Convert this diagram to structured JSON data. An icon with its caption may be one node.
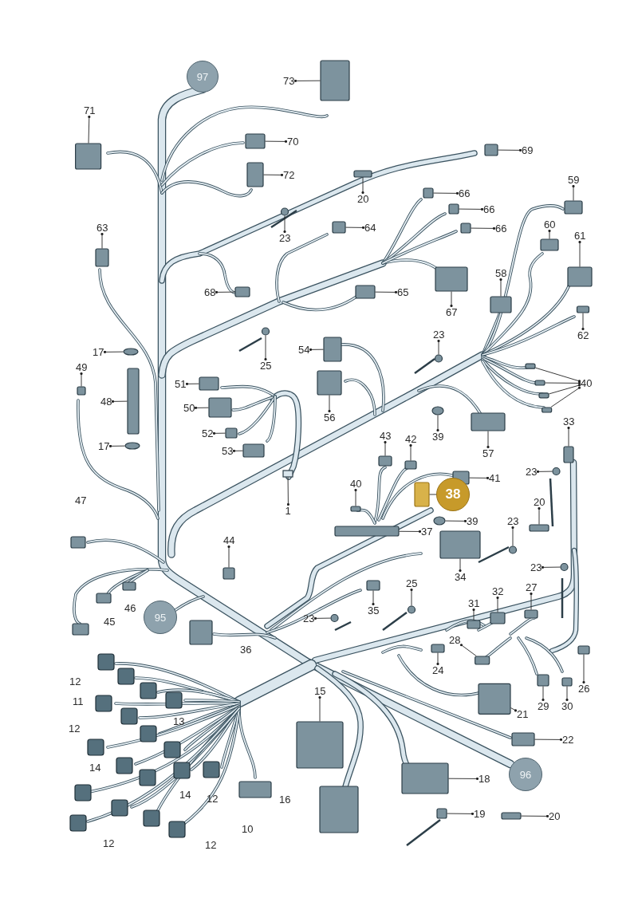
{
  "diagram": {
    "nodes": [
      {
        "text": [
          "97"
        ]
      },
      {
        "text": [
          "73"
        ]
      },
      {
        "text": [
          "71"
        ]
      },
      {
        "text": [
          "70"
        ]
      },
      {
        "text": [
          "69"
        ]
      },
      {
        "text": [
          "72"
        ]
      },
      {
        "text": [
          "59"
        ]
      },
      {
        "text": [
          "66"
        ]
      },
      {
        "text": [
          "20"
        ]
      },
      {
        "text": [
          "66"
        ]
      },
      {
        "text": [
          "60"
        ]
      },
      {
        "text": [
          "63"
        ]
      },
      {
        "text": [
          "64"
        ]
      },
      {
        "text": [
          "66"
        ]
      },
      {
        "text": [
          "61"
        ]
      },
      {
        "text": [
          "23"
        ]
      },
      {
        "text": [
          "58"
        ]
      },
      {
        "text": [
          "68"
        ]
      },
      {
        "text": [
          "65"
        ]
      },
      {
        "text": [
          "67"
        ]
      },
      {
        "text": [
          "62"
        ]
      },
      {
        "text": [
          "23"
        ]
      },
      {
        "text": [
          "54"
        ]
      },
      {
        "text": [
          "17"
        ]
      },
      {
        "text": [
          "25"
        ]
      },
      {
        "text": [
          "49"
        ]
      },
      {
        "text": [
          "40"
        ]
      },
      {
        "text": [
          "51"
        ]
      },
      {
        "text": [
          "48"
        ]
      },
      {
        "text": [
          "50"
        ]
      },
      {
        "text": [
          "56"
        ]
      },
      {
        "text": [
          "33"
        ]
      },
      {
        "text": [
          "52"
        ]
      },
      {
        "text": [
          "43"
        ]
      },
      {
        "text": [
          "39"
        ]
      },
      {
        "text": [
          "42"
        ]
      },
      {
        "text": [
          "17"
        ]
      },
      {
        "text": [
          "53"
        ]
      },
      {
        "text": [
          "57"
        ]
      },
      {
        "text": [
          "23"
        ]
      },
      {
        "text": [
          "41"
        ]
      },
      {
        "text": [
          "40"
        ]
      },
      {
        "text": [
          "38"
        ]
      },
      {
        "text": [
          "20"
        ]
      },
      {
        "text": [
          "1"
        ]
      },
      {
        "text": [
          "39"
        ]
      },
      {
        "text": [
          "23"
        ]
      },
      {
        "text": [
          "37"
        ]
      },
      {
        "text": [
          "44"
        ]
      },
      {
        "text": [
          "23"
        ]
      },
      {
        "text": [
          "34"
        ]
      },
      {
        "text": [
          "25"
        ]
      },
      {
        "text": [
          "27"
        ]
      },
      {
        "text": [
          "32"
        ]
      },
      {
        "text": [
          "31"
        ]
      },
      {
        "text": [
          "35"
        ]
      },
      {
        "text": [
          "95"
        ]
      },
      {
        "text": [
          "23"
        ]
      },
      {
        "text": [
          "28"
        ]
      },
      {
        "text": [
          "24"
        ]
      },
      {
        "text": [
          "26"
        ]
      },
      {
        "text": [
          "15"
        ]
      },
      {
        "text": [
          "29"
        ]
      },
      {
        "text": [
          "30"
        ]
      },
      {
        "text": [
          "21"
        ]
      },
      {
        "text": [
          "22"
        ]
      },
      {
        "text": [
          "96"
        ]
      },
      {
        "text": [
          "18"
        ]
      },
      {
        "text": [
          "19"
        ]
      },
      {
        "text": [
          "20"
        ]
      },
      {
        "text": [],
        "shape": "box"
      },
      {
        "text": [],
        "shape": "box"
      },
      {
        "text": [],
        "shape": "box"
      },
      {
        "text": [],
        "shape": "box"
      },
      {
        "text": [],
        "shape": "box"
      },
      {
        "text": [],
        "shape": "box"
      },
      {
        "text": [],
        "shape": "box"
      },
      {
        "text": [],
        "shape": "box"
      },
      {
        "text": [],
        "shape": "box"
      },
      {
        "text": [],
        "shape": "box"
      },
      {
        "text": [],
        "shape": "box"
      },
      {
        "text": [],
        "shape": "box"
      },
      {
        "text": [],
        "shape": "box"
      },
      {
        "text": [],
        "shape": "box"
      },
      {
        "text": [],
        "shape": "circle"
      },
      {
        "text": [],
        "shape": "box"
      },
      {
        "text": [],
        "shape": "box"
      },
      {
        "text": [],
        "shape": "box"
      },
      {
        "text": [],
        "shape": "box"
      },
      {
        "text": [],
        "shape": "box"
      },
      {
        "text": [],
        "shape": "circle"
      },
      {
        "text": [],
        "shape": "box"
      },
      {
        "text": [],
        "shape": "circle"
      },
      {
        "text": [],
        "shape": "circle"
      },
      {
        "text": [],
        "shape": "box"
      },
      {
        "text": [],
        "shape": "box"
      },
      {
        "text": [],
        "shape": "box"
      },
      {
        "text": [],
        "shape": "box"
      },
      {
        "text": [],
        "shape": "box"
      },
      {
        "text": [],
        "shape": "box"
      },
      {
        "text": [],
        "shape": "box"
      },
      {
        "text": [],
        "shape": "box"
      },
      {
        "text": [],
        "shape": "box"
      },
      {
        "text": [],
        "shape": "box"
      },
      {
        "text": [],
        "shape": "box"
      },
      {
        "text": [],
        "shape": "box"
      },
      {
        "text": [],
        "shape": "circle"
      },
      {
        "text": [],
        "shape": "box"
      },
      {
        "text": [],
        "shape": "circle"
      },
      {
        "text": [],
        "shape": "box"
      },
      {
        "text": [],
        "shape": "box"
      },
      {
        "text": [],
        "shape": "circle"
      },
      {
        "text": [],
        "shape": "box"
      },
      {
        "text": [],
        "shape": "box"
      },
      {
        "text": [],
        "shape": "box"
      },
      {
        "text": [],
        "shape": "box"
      },
      {
        "text": [],
        "shape": "bar"
      },
      {
        "text": [],
        "shape": "circle"
      },
      {
        "text": [],
        "shape": "circle"
      },
      {
        "text": [],
        "shape": "box"
      },
      {
        "text": [],
        "shape": "box"
      },
      {
        "text": [],
        "shape": "circle"
      },
      {
        "text": [],
        "shape": "box"
      },
      {
        "text": [],
        "shape": "circle"
      },
      {
        "text": [],
        "shape": "box"
      },
      {
        "text": [],
        "shape": "box"
      },
      {
        "text": [],
        "shape": "box"
      },
      {
        "text": [],
        "shape": "box"
      },
      {
        "text": [],
        "shape": "circle"
      },
      {
        "text": [],
        "shape": "box"
      },
      {
        "text": [],
        "shape": "box"
      },
      {
        "text": [],
        "shape": "box"
      },
      {
        "text": [],
        "shape": "box"
      },
      {
        "text": [],
        "shape": "box"
      },
      {
        "text": [],
        "shape": "box"
      },
      {
        "text": [],
        "shape": "box"
      },
      {
        "text": [],
        "shape": "box"
      },
      {
        "text": [],
        "shape": "box"
      },
      {
        "text": [],
        "shape": "box"
      },
      {
        "text": [],
        "shape": "box"
      }
    ],
    "edges": [
      {
        "from": 1,
        "to": 70,
        "arrow": "other"
      },
      {
        "from": 2,
        "to": 71,
        "arrow": "other"
      },
      {
        "from": 3,
        "to": 72,
        "arrow": "other"
      },
      {
        "from": 4,
        "to": 73,
        "arrow": "other"
      },
      {
        "from": 5,
        "to": 74,
        "arrow": "other"
      },
      {
        "from": 6,
        "to": 75,
        "arrow": "other"
      },
      {
        "from": 7,
        "to": 76,
        "arrow": "other"
      },
      {
        "from": 8,
        "to": 77,
        "arrow": "other"
      },
      {
        "from": 9,
        "to": 78,
        "arrow": "other"
      },
      {
        "from": 10,
        "to": 79,
        "arrow": "other"
      },
      {
        "from": 11,
        "to": 80,
        "arrow": "other"
      },
      {
        "from": 12,
        "to": 81,
        "arrow": "other"
      },
      {
        "from": 13,
        "to": 82,
        "arrow": "other"
      },
      {
        "from": 14,
        "to": 83,
        "arrow": "other"
      },
      {
        "from": 15,
        "to": 84,
        "arrow": "other"
      },
      {
        "from": 16,
        "to": 85,
        "arrow": "other"
      },
      {
        "from": 17,
        "to": 86,
        "arrow": "other"
      },
      {
        "from": 18,
        "to": 87,
        "arrow": "other"
      },
      {
        "from": 19,
        "to": 88,
        "arrow": "other"
      },
      {
        "from": 20,
        "to": 89,
        "arrow": "other"
      },
      {
        "from": 21,
        "to": 90,
        "arrow": "other"
      },
      {
        "from": 22,
        "to": 91,
        "arrow": "other"
      },
      {
        "from": 23,
        "to": 92,
        "arrow": "other"
      },
      {
        "from": 24,
        "to": 93,
        "arrow": "other"
      },
      {
        "from": 25,
        "to": 94,
        "arrow": "other"
      },
      {
        "from": 26,
        "to": 95,
        "arrow": "other"
      },
      {
        "from": 26,
        "to": 96,
        "arrow": "other"
      },
      {
        "from": 26,
        "to": 97,
        "arrow": "other"
      },
      {
        "from": 26,
        "to": 98,
        "arrow": "other"
      },
      {
        "from": 27,
        "to": 99,
        "arrow": "other"
      },
      {
        "from": 28,
        "to": 100,
        "arrow": "other"
      },
      {
        "from": 29,
        "to": 101,
        "arrow": "other"
      },
      {
        "from": 30,
        "to": 102,
        "arrow": "other"
      },
      {
        "from": 31,
        "to": 103,
        "arrow": "other"
      },
      {
        "from": 32,
        "to": 104,
        "arrow": "other"
      },
      {
        "from": 33,
        "to": 105,
        "arrow": "other"
      },
      {
        "from": 34,
        "to": 106,
        "arrow": "other"
      },
      {
        "from": 35,
        "to": 107,
        "arrow": "other"
      },
      {
        "from": 36,
        "to": 108,
        "arrow": "other"
      },
      {
        "from": 37,
        "to": 109,
        "arrow": "other"
      },
      {
        "from": 38,
        "to": 110,
        "arrow": "other"
      },
      {
        "from": 39,
        "to": 111,
        "arrow": "other"
      },
      {
        "from": 40,
        "to": 112,
        "arrow": "other"
      },
      {
        "from": 41,
        "to": 113,
        "arrow": "other"
      },
      {
        "from": 42,
        "to": 114,
        "arrow": "none"
      },
      {
        "from": 43,
        "to": 115,
        "arrow": "other"
      },
      {
        "from": 44,
        "to": 116,
        "arrow": "other"
      },
      {
        "from": 45,
        "to": 117,
        "arrow": "other"
      },
      {
        "from": 46,
        "to": 118,
        "arrow": "other"
      },
      {
        "from": 47,
        "to": 119,
        "arrow": "other"
      },
      {
        "from": 48,
        "to": 120,
        "arrow": "other"
      },
      {
        "from": 49,
        "to": 121,
        "arrow": "other"
      },
      {
        "from": 50,
        "to": 122,
        "arrow": "other"
      },
      {
        "from": 51,
        "to": 123,
        "arrow": "other"
      },
      {
        "from": 52,
        "to": 124,
        "arrow": "other"
      },
      {
        "from": 53,
        "to": 125,
        "arrow": "other"
      },
      {
        "from": 54,
        "to": 126,
        "arrow": "other"
      },
      {
        "from": 55,
        "to": 127,
        "arrow": "other"
      },
      {
        "from": 57,
        "to": 128,
        "arrow": "other"
      },
      {
        "from": 58,
        "to": 129,
        "arrow": "other"
      },
      {
        "from": 59,
        "to": 130,
        "arrow": "other"
      },
      {
        "from": 60,
        "to": 131,
        "arrow": "other"
      },
      {
        "from": 61,
        "to": 132,
        "arrow": "other"
      },
      {
        "from": 62,
        "to": 133,
        "arrow": "other"
      },
      {
        "from": 63,
        "to": 134,
        "arrow": "other"
      },
      {
        "from": 64,
        "to": 135,
        "arrow": "other"
      },
      {
        "from": 65,
        "to": 136,
        "arrow": "other"
      },
      {
        "from": 67,
        "to": 137,
        "arrow": "other"
      },
      {
        "from": 68,
        "to": 138,
        "arrow": "other"
      },
      {
        "from": 69,
        "to": 139,
        "arrow": "other"
      }
    ],
    "labels": [
      "47",
      "46",
      "45",
      "36",
      "12",
      "11",
      "13",
      "12",
      "14",
      "14",
      "12",
      "16",
      "10",
      "12",
      "12"
    ]
  }
}
